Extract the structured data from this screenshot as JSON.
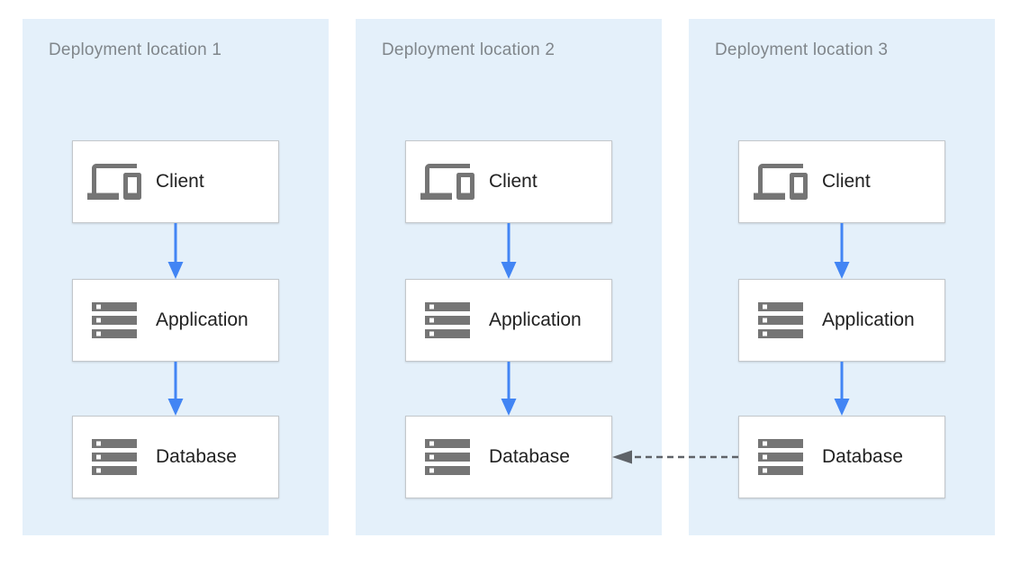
{
  "diagram": {
    "panels": [
      {
        "title": "Deployment location 1",
        "nodes": [
          {
            "id": "client",
            "label": "Client",
            "icon": "devices-icon"
          },
          {
            "id": "application",
            "label": "Application",
            "icon": "storage-icon"
          },
          {
            "id": "database",
            "label": "Database",
            "icon": "storage-icon"
          }
        ]
      },
      {
        "title": "Deployment location 2",
        "nodes": [
          {
            "id": "client",
            "label": "Client",
            "icon": "devices-icon"
          },
          {
            "id": "application",
            "label": "Application",
            "icon": "storage-icon"
          },
          {
            "id": "database",
            "label": "Database",
            "icon": "storage-icon"
          }
        ]
      },
      {
        "title": "Deployment location 3",
        "nodes": [
          {
            "id": "client",
            "label": "Client",
            "icon": "devices-icon"
          },
          {
            "id": "application",
            "label": "Application",
            "icon": "storage-icon"
          },
          {
            "id": "database",
            "label": "Database",
            "icon": "storage-icon"
          }
        ]
      }
    ],
    "connections": [
      {
        "panel": 1,
        "from": "Client",
        "to": "Application",
        "style": "solid",
        "direction": "down"
      },
      {
        "panel": 1,
        "from": "Application",
        "to": "Database",
        "style": "solid",
        "direction": "down"
      },
      {
        "panel": 2,
        "from": "Client",
        "to": "Application",
        "style": "solid",
        "direction": "down"
      },
      {
        "panel": 2,
        "from": "Application",
        "to": "Database",
        "style": "solid",
        "direction": "down"
      },
      {
        "panel": 3,
        "from": "Client",
        "to": "Application",
        "style": "solid",
        "direction": "down"
      },
      {
        "panel": 3,
        "from": "Application",
        "to": "Database",
        "style": "solid",
        "direction": "down"
      },
      {
        "from": "Deployment location 3 Database",
        "to": "Deployment location 2 Database",
        "style": "dashed",
        "direction": "left"
      }
    ],
    "colors": {
      "panel_bg": "#e4f0fa",
      "panel_title": "#80868b",
      "node_bg": "#ffffff",
      "node_border": "#c3c7cb",
      "node_label": "#212121",
      "icon_gray": "#757575",
      "flow_arrow_blue": "#4285f4",
      "replication_arrow_gray": "#5f6368",
      "canvas_bg": "#ffffff"
    }
  }
}
